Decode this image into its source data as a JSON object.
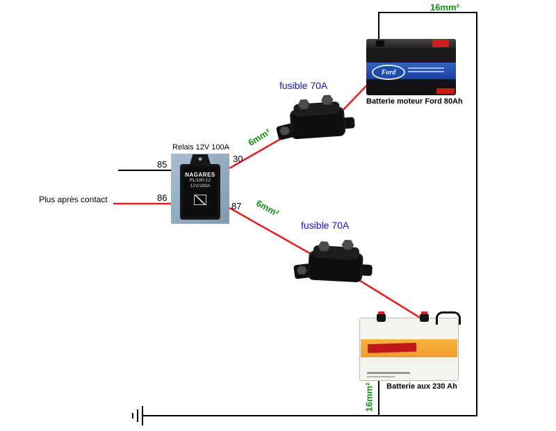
{
  "labels": {
    "relay_title": "Relais 12V 100A",
    "pin85": "85",
    "pin86": "86",
    "pin30": "30",
    "pin87": "87",
    "plus_apres_contact": "Plus après contact",
    "fusible_top": "fusible 70A",
    "fusible_bottom": "fusible 70A",
    "wire16_top": "16mm²",
    "wire16_bottom": "16mm²",
    "wire6_top": "6mm²",
    "wire6_bottom": "6mm²",
    "battery_main_caption": "Batterie moteur Ford 80Ah",
    "battery_aux_caption": "Batterie aux 230 Ah"
  },
  "relay": {
    "brand": "NAGARES",
    "model": "RL/180-12",
    "rating": "12V/180A"
  },
  "battery_main": {
    "logo": "Ford"
  },
  "colors": {
    "wire_positive": "#ec1c1c",
    "wire_ground": "#000000",
    "label_green": "#149414",
    "label_blue": "#1414cc",
    "ford_blue": "#1b4fae",
    "aux_stripe_orange": "#f0a22f"
  }
}
